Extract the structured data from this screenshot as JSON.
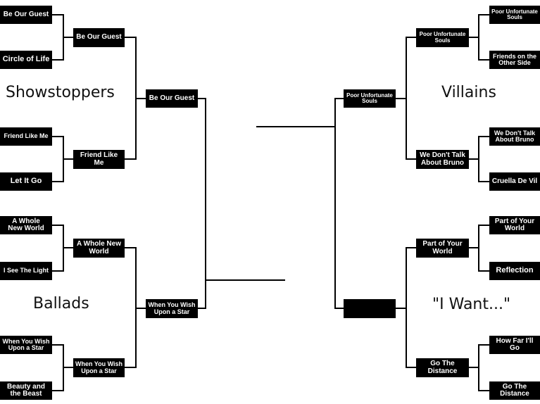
{
  "regions": {
    "showstoppers": "Showstoppers",
    "ballads": "Ballads",
    "villains": "Villains",
    "i_want": "\"I Want...\""
  },
  "left": {
    "round1": [
      "Be Our Guest",
      "Circle of Life",
      "Friend Like Me",
      "Let It Go",
      "A Whole\nNew World",
      "I See The Light",
      "When You Wish\nUpon a Star",
      "Beauty and\nthe Beast"
    ],
    "round2": [
      "Be Our Guest",
      "Friend Like\nMe",
      "A Whole New\nWorld",
      "When You Wish\nUpon a Star"
    ],
    "round3": [
      "Be Our Guest",
      "When You Wish\nUpon a Star"
    ]
  },
  "right": {
    "round1": [
      "Poor Unfortunate\nSouls",
      "Friends on the\nOther Side",
      "We Don't Talk\nAbout Bruno",
      "Cruella De Vil",
      "Part of Your\nWorld",
      "Reflection",
      "How Far I'll\nGo",
      "Go The\nDistance"
    ],
    "round2": [
      "Poor Unfortunate\nSouls",
      "We Don't Talk\nAbout Bruno",
      "Part of Your\nWorld",
      "Go The\nDistance"
    ],
    "round3": [
      "Poor Unfortunate\nSouls",
      ""
    ]
  }
}
